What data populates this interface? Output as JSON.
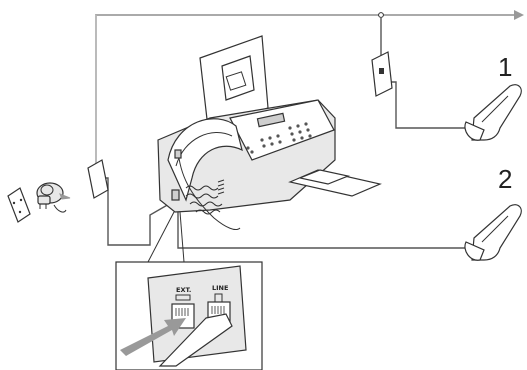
{
  "callouts": {
    "phone_1": "1",
    "phone_2": "2"
  },
  "jack_labels": {
    "ext": "EXT.",
    "line": "LINE"
  },
  "colors": {
    "wire": "#555555",
    "arrow": "#999999",
    "outline": "#333333",
    "panel_fill": "#e8e8e8"
  },
  "icons": {
    "wall_plug": "plug-icon",
    "insert_arrow": "arrow-icon",
    "line_end_arrow": "arrow-right-icon"
  }
}
